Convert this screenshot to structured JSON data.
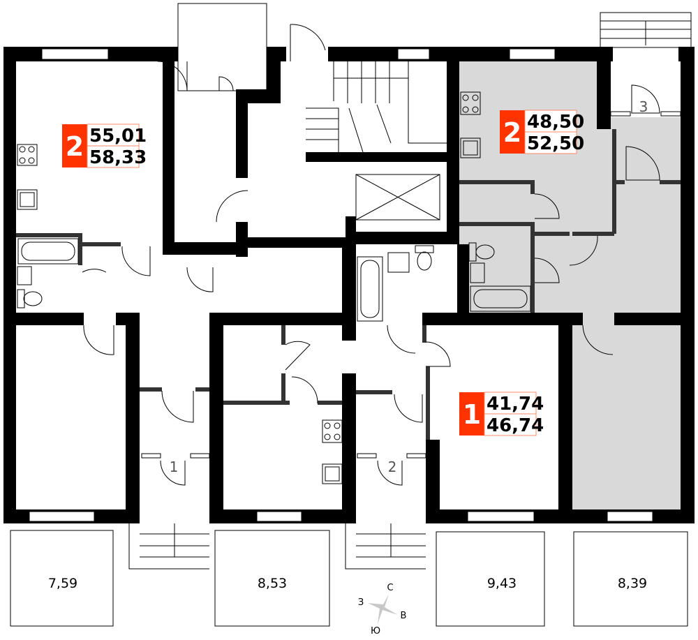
{
  "colors": {
    "accent": "#ff3300",
    "selected_fill": "#d9d9d9",
    "wall": "#000000"
  },
  "apartments": [
    {
      "rooms": "2",
      "living_area": "55,01",
      "total_area": "58,33"
    },
    {
      "rooms": "2",
      "living_area": "48,50",
      "total_area": "52,50"
    },
    {
      "rooms": "1",
      "living_area": "41,74",
      "total_area": "46,74"
    }
  ],
  "entrances": [
    "1",
    "2",
    "3"
  ],
  "balconies": [
    "7,59",
    "8,53",
    "9,43",
    "8,39"
  ],
  "compass": {
    "north": "С",
    "east": "В",
    "south": "Ю",
    "west": "З"
  }
}
